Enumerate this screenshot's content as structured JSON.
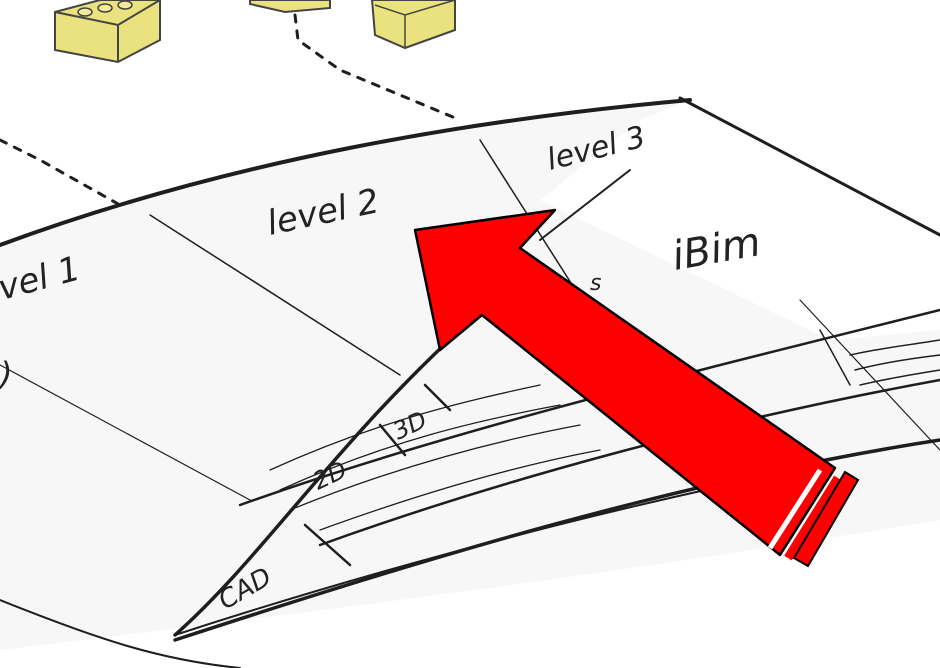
{
  "labels": {
    "level1": "vel 1",
    "level2": "level 2",
    "level3": "level 3",
    "ibim": "iBim",
    "level3_pointer_text": "s",
    "cad": "CAD",
    "twod": "2D",
    "threed": "3D",
    "edge_mark": ")"
  },
  "colors": {
    "arrow_fill": "#ff0000",
    "arrow_stripe": "#ffffff",
    "lego": "#e9e27e",
    "lego_shadow": "#cfc65a",
    "ink": "#1e1e1e",
    "paper": "#ffffff",
    "band_shade": "#f2f2f2"
  }
}
